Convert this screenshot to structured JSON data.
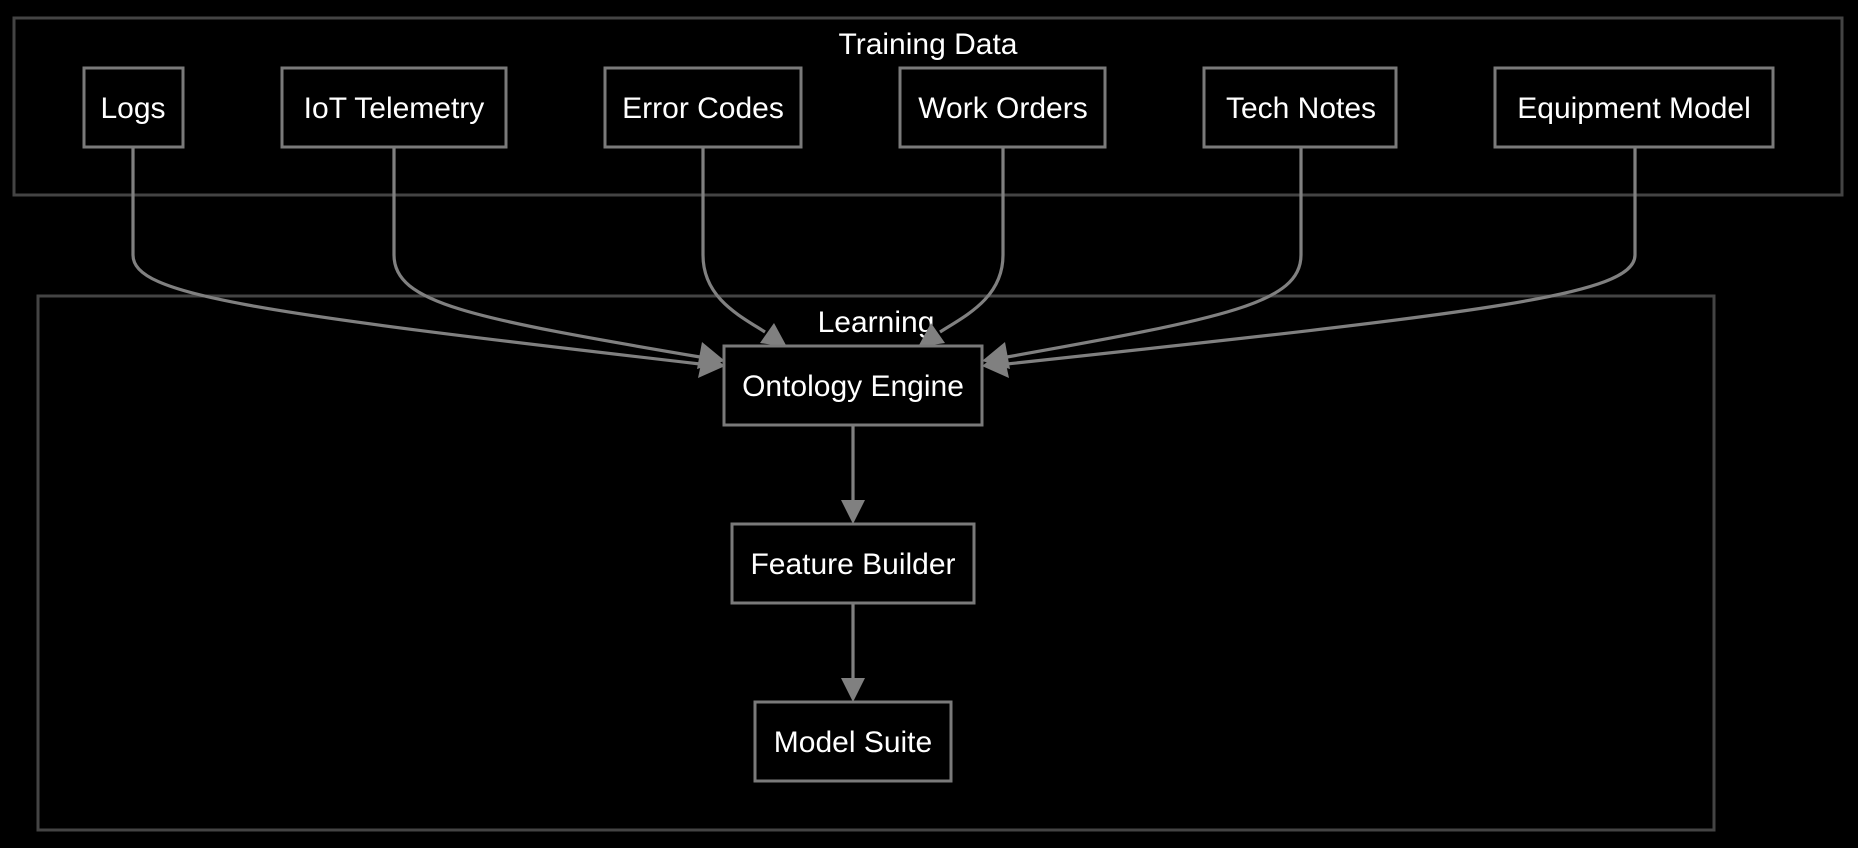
{
  "colors": {
    "background": "#000000",
    "cluster_border": "#444444",
    "node_border": "#7a7a7a",
    "edge": "#808080",
    "text": "#ffffff"
  },
  "clusters": {
    "training": {
      "label": "Training Data"
    },
    "learning": {
      "label": "Learning"
    }
  },
  "nodes": {
    "logs": {
      "label": "Logs"
    },
    "iot": {
      "label": "IoT Telemetry"
    },
    "errors": {
      "label": "Error Codes"
    },
    "workorders": {
      "label": "Work Orders"
    },
    "technotes": {
      "label": "Tech Notes"
    },
    "equipment": {
      "label": "Equipment Model"
    },
    "ontology": {
      "label": "Ontology Engine"
    },
    "feature": {
      "label": "Feature Builder"
    },
    "model": {
      "label": "Model Suite"
    }
  },
  "edges": [
    {
      "from": "logs",
      "to": "ontology"
    },
    {
      "from": "iot",
      "to": "ontology"
    },
    {
      "from": "errors",
      "to": "ontology"
    },
    {
      "from": "workorders",
      "to": "ontology"
    },
    {
      "from": "technotes",
      "to": "ontology"
    },
    {
      "from": "equipment",
      "to": "ontology"
    },
    {
      "from": "ontology",
      "to": "feature"
    },
    {
      "from": "feature",
      "to": "model"
    }
  ]
}
